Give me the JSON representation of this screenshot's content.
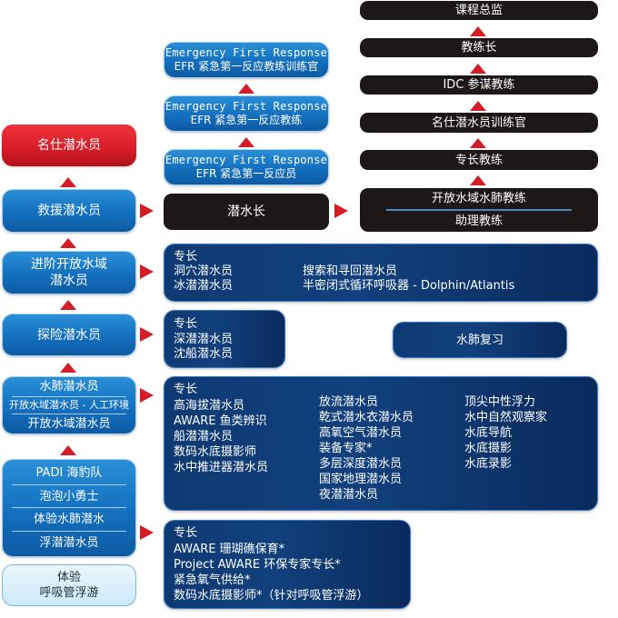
{
  "left_column": {
    "master_scuba_diver": "名仕潜水员",
    "rescue_diver": "救援潜水员",
    "advanced_ow": [
      "进阶开放水域",
      "潜水员"
    ],
    "adventure_diver": "探险潜水员",
    "ow_group": [
      "水肺潜水员",
      "开放水域潜水员 - 人工环境",
      "开放水域潜水员"
    ],
    "entry_group": [
      "PADI 海豹队",
      "泡泡小勇士",
      "体验水肺潜水",
      "浮潜潜水员"
    ],
    "snorkel_experience": [
      "体验",
      "呼吸管浮游"
    ]
  },
  "efr_column": {
    "efr_instructor_trainer": {
      "en": "Emergency First Response",
      "cn": "EFR 紧急第一反应教练训练官"
    },
    "efr_instructor": {
      "en": "Emergency First Response",
      "cn": "EFR 紧急第一反应教练"
    },
    "efr_responder": {
      "en": "Emergency First Response",
      "cn": "EFR 紧急第一反应员"
    },
    "divemaster": "潜水长"
  },
  "pro_column": {
    "course_director": "课程总监",
    "master_instructor": "教练长",
    "idc_staff": "IDC 参谋教练",
    "msdt": "名仕潜水员训练官",
    "specialty_instructor": "专长教练",
    "owsi": "开放水域水肺教练",
    "assistant_instructor": "助理教练"
  },
  "specialties": {
    "advanced": {
      "title": "专长",
      "col1": [
        "洞穴潜水员",
        "冰潜潜水员"
      ],
      "col2": [
        "搜索和寻回潜水员",
        "半密闭式循环呼吸器 - Dolphin/Atlantis"
      ]
    },
    "adventure": {
      "title": "专长",
      "col1": [
        "深潜潜水员",
        "沈船潜水员"
      ]
    },
    "scuba_review": "水肺复习",
    "open_water": {
      "title": "专长",
      "col1": [
        "高海拔潜水员",
        "AWARE 鱼类辨识",
        "船潜潜水员",
        "数码水底摄影师",
        "水中推进器潜水员"
      ],
      "col2": [
        "放流潜水员",
        "乾式潜水衣潜水员",
        "高氧空气潜水员",
        "装备专家*",
        "多层深度潜水员",
        "国家地理潜水员",
        "夜潜潜水员"
      ],
      "col3": [
        "顶尖中性浮力",
        "水中自然观察家",
        "水底导航",
        "水底摄影",
        "水底录影"
      ]
    },
    "entry": {
      "title": "专长",
      "items": [
        "AWARE 珊瑚礁保育*",
        "Project AWARE 环保专家专长*",
        "紧急氧气供给*",
        "数码水底摄影师*（针对呼吸管浮游）"
      ]
    }
  },
  "colors": {
    "arrow_red": "#d51d28",
    "master_red": "#e02530",
    "level_blue": "#1572c0",
    "pro_black": "#1d1717",
    "specialty_navy": "#0e3a73",
    "snorkel_light": "#d6eefb"
  }
}
